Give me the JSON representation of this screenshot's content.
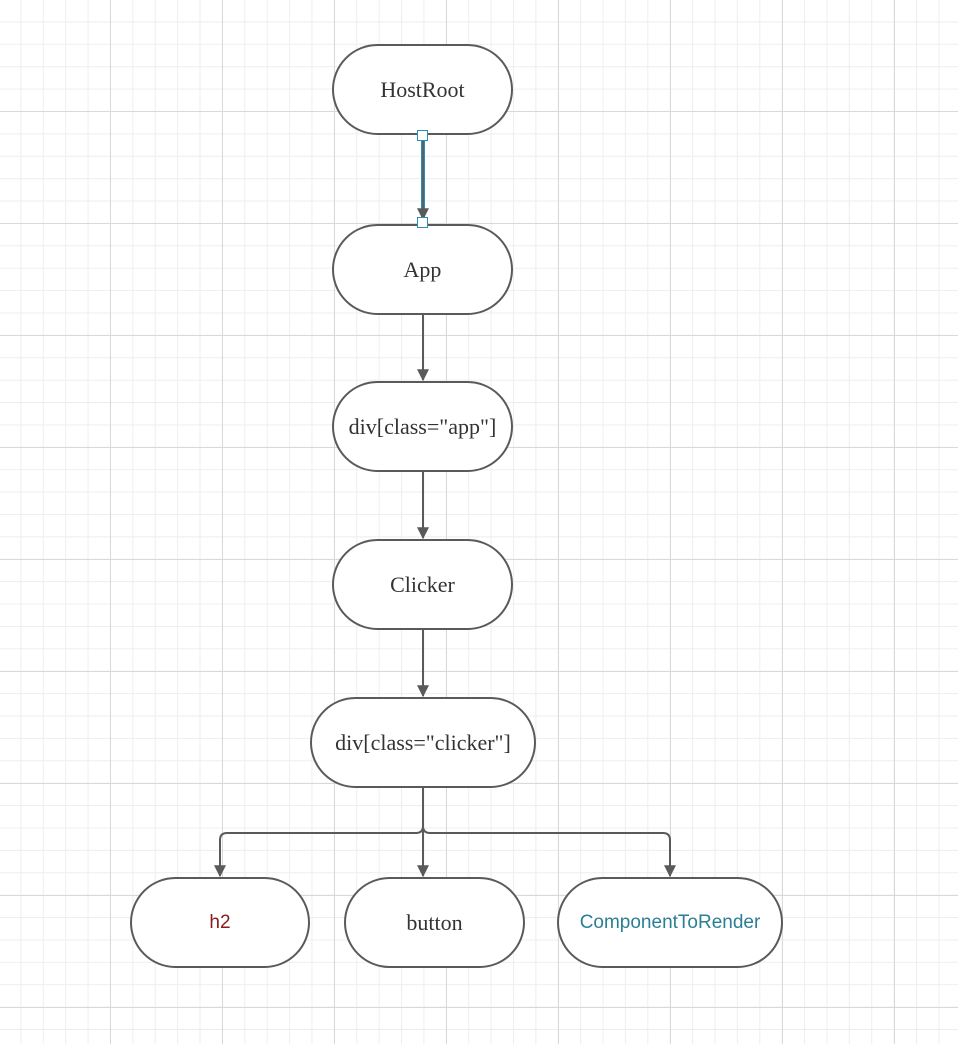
{
  "diagram": {
    "colors": {
      "edge": "#5a5a5a",
      "node_border": "#5a5a5a",
      "node_text": "#333333",
      "selected_edge": "#2a8fb3",
      "h2_text": "#8b1a1a",
      "component_text": "#2a7f95"
    },
    "nodes": {
      "host_root": "HostRoot",
      "app": "App",
      "div_app": "div[class=\"app\"]",
      "clicker": "Clicker",
      "div_clicker": "div[class=\"clicker\"]",
      "h2": "h2",
      "button": "button",
      "component_to_render": "ComponentToRender"
    },
    "edges": [
      {
        "from": "HostRoot",
        "to": "App",
        "selected": true
      },
      {
        "from": "App",
        "to": "div[class=\"app\"]"
      },
      {
        "from": "div[class=\"app\"]",
        "to": "Clicker"
      },
      {
        "from": "Clicker",
        "to": "div[class=\"clicker\"]"
      },
      {
        "from": "div[class=\"clicker\"]",
        "to": "h2"
      },
      {
        "from": "div[class=\"clicker\"]",
        "to": "button"
      },
      {
        "from": "div[class=\"clicker\"]",
        "to": "ComponentToRender"
      }
    ]
  }
}
